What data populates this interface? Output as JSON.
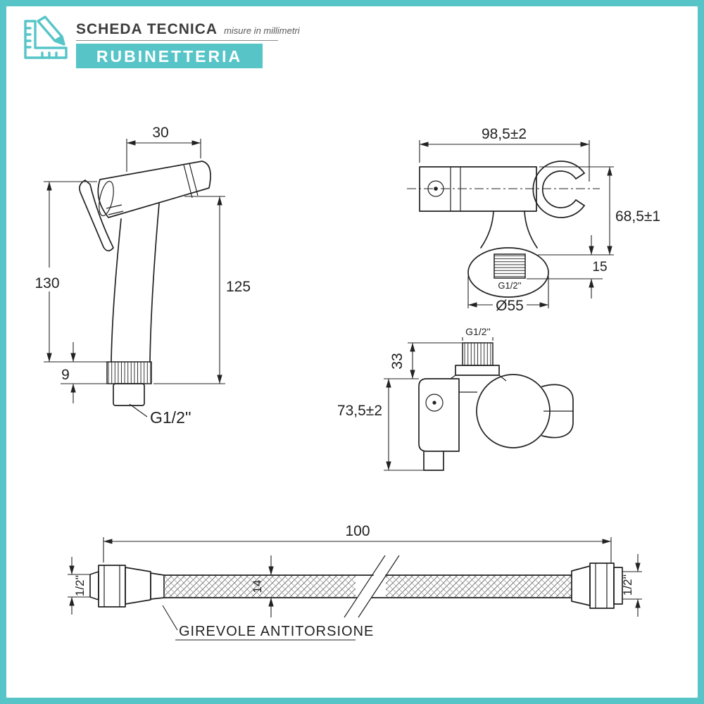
{
  "colors": {
    "accent": "#57c5c8",
    "ink": "#222222"
  },
  "header": {
    "title": "SCHEDA TECNICA",
    "subtitle": "misure in millimetri",
    "banner": "RUBINETTERIA"
  },
  "sprayer": {
    "dim_head_width": "30",
    "dim_height_left": "130",
    "dim_height_right": "125",
    "dim_thread_height": "9",
    "thread_label": "G1/2''"
  },
  "bracket_front": {
    "dim_width": "98,5±2",
    "dim_height": "68,5±1",
    "dim_thread_length": "15",
    "thread_label": "G1/2''",
    "dim_plate_diameter": "Ø55"
  },
  "bracket_side": {
    "thread_label": "G1/2''",
    "dim_thread_offset": "33",
    "dim_height": "73,5±2"
  },
  "hose": {
    "dim_length": "100",
    "dim_fitting_left": "1/2''",
    "dim_fitting_right": "1/2''",
    "dim_diameter": "14",
    "note": "GIREVOLE ANTITORSIONE"
  }
}
